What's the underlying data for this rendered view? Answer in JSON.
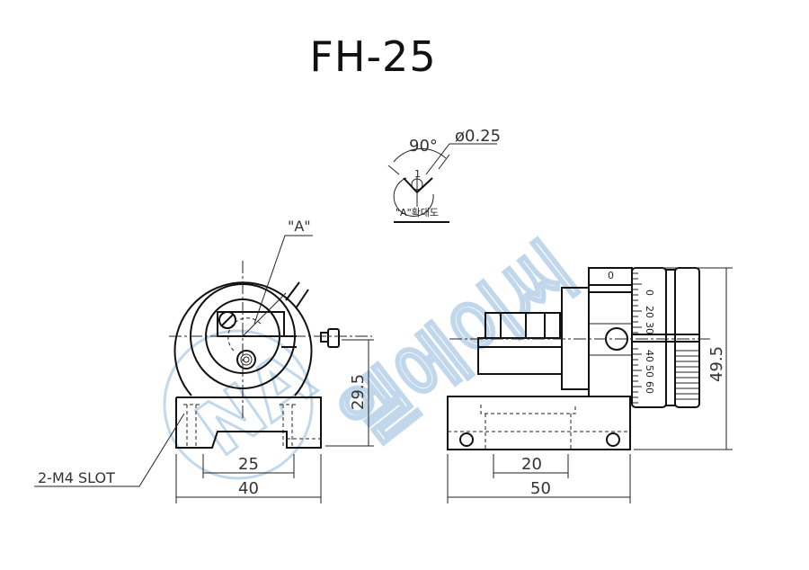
{
  "title": "FH-25",
  "watermark": {
    "text": "엘에이씨",
    "logo_text": "NA",
    "color": "#8fb8dc"
  },
  "detail_view": {
    "angle_label": "90°",
    "diameter_label": "ø0.25",
    "caption": "\"A\"확대도",
    "callout_number": "1"
  },
  "front_view": {
    "callout_label": "\"A\"",
    "slot_label": "2-M4 SLOT",
    "dims": {
      "height": "29.5",
      "slot_spacing": "25",
      "width": "40"
    }
  },
  "side_view": {
    "dims": {
      "height": "49.5",
      "hole_spacing": "20",
      "width": "50"
    },
    "scale_index": "0",
    "dial_labels": [
      "0",
      "20",
      "30",
      "40",
      "50",
      "60"
    ]
  }
}
